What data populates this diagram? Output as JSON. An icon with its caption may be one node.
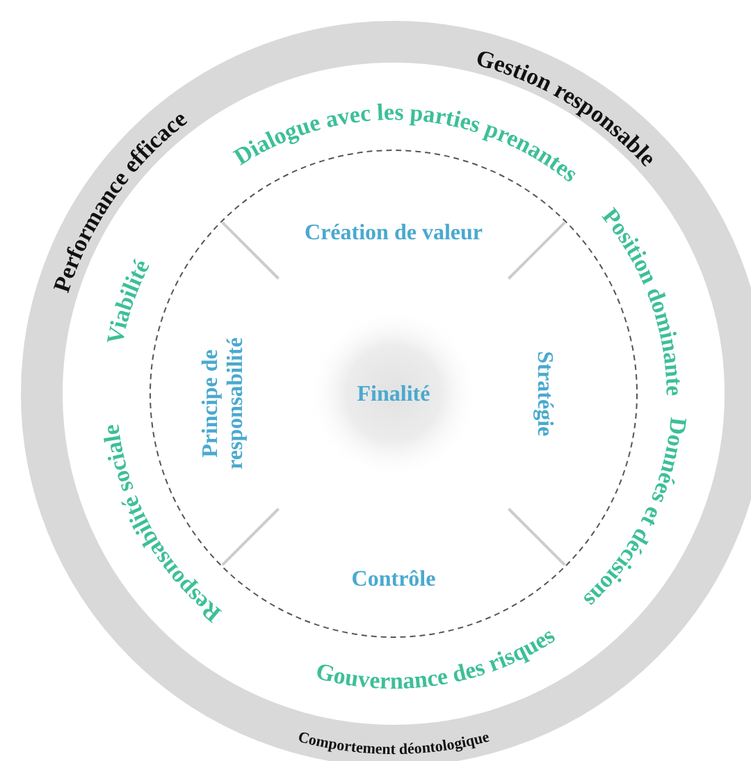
{
  "diagram": {
    "nodes": [
      {
        "text": [
          "Performance efficace",
          "Gestion responsable",
          "Comportement déontologique"
        ]
      },
      {
        "text": [
          "Création de valeur",
          "Principe de responsabilité",
          "Stratégie",
          "Contrôle"
        ],
        "in": 0
      },
      {
        "text": [
          "Finalité"
        ],
        "in": 1
      }
    ],
    "labels": [
      "Dialogue avec les parties prenantes",
      "Viabilité",
      "Position dominante",
      "Responsabilité sociale",
      "Données et décisions",
      "Gouvernance des risques"
    ]
  }
}
